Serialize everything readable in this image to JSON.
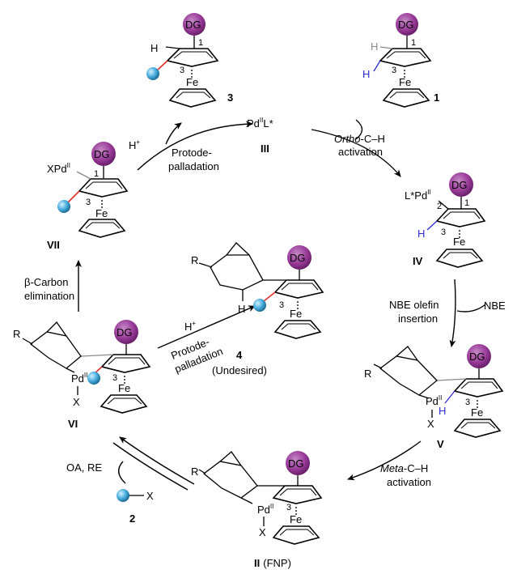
{
  "colors": {
    "dg_fill": "#9c3d9c",
    "ball_fill": "#4fb3e3",
    "red_bond": "#e0302a",
    "blue_h": "#2b2bd9",
    "gray_h": "#8a8a8a",
    "line": "#000000"
  },
  "labels": {
    "dg": "DG",
    "fe": "Fe",
    "h": "H",
    "pd": "Pd",
    "pd_ox": "II",
    "x": "X",
    "r": "R",
    "l": "L*",
    "xpd": "XPd",
    "lpd": "L*Pd",
    "pos1": "1",
    "pos2": "2",
    "pos3": "3",
    "cat_III": "III",
    "cat_IV": "IV",
    "cat_V": "V",
    "cat_VI": "VI",
    "cat_VII": "VII",
    "cat_II": "II",
    "fnp": "(FNP)",
    "cmpd_1": "1",
    "cmpd_2": "2",
    "cmpd_3": "3",
    "cmpd_4": "4",
    "undesired": "(Undesired)",
    "h_plus": "H",
    "plus": "+",
    "nbe": "NBE"
  },
  "steps": {
    "ortho_1": "Ortho",
    "ortho_2": "-C–H",
    "ortho_3": "activation",
    "nbe_1": "NBE olefin",
    "nbe_2": "insertion",
    "meta_1": "Meta",
    "meta_2": "-C–H",
    "meta_3": "activation",
    "oa_re": "OA, RE",
    "beta_1": "β-Carbon",
    "beta_2": "elimination",
    "proto_top_1": "Protode-",
    "proto_top_2": "palladation",
    "proto_mid_1": "Protode-",
    "proto_mid_2": "palladation"
  }
}
